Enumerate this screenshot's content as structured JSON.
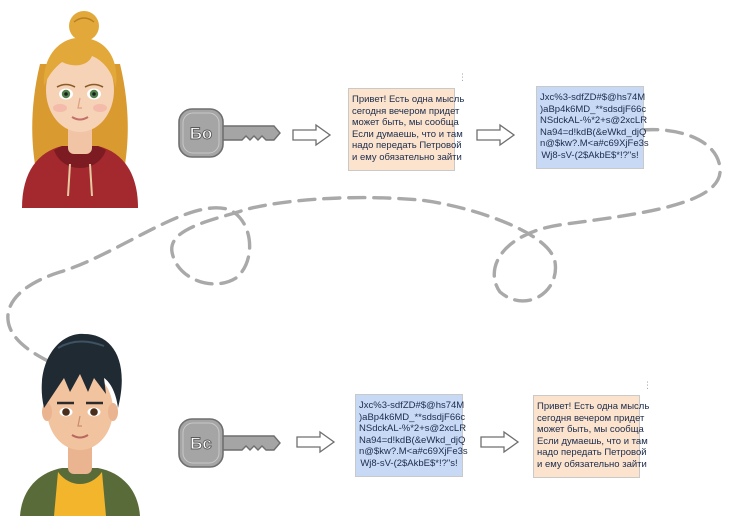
{
  "sender": {
    "avatar_icon": "girl-avatar-icon",
    "key_icon": "key-icon",
    "key_label": "Бо",
    "plaintext": [
      "Привет! Есть одна мысль",
      "сегодня вечером придет",
      "может быть, мы сообща",
      "Если думаешь, что и там",
      "надо передать Петровой",
      "и ему обязательно зайти"
    ],
    "ciphertext": [
      "Jxc%3-sdfZD#$@hs74M",
      ")aBp4k6MD_**sdsdjF66c",
      "NSdckAL-%*2+s@2xcLR",
      "Na94=d!kdB(&eWkd_djQ",
      "n@$kw?.M<a#c69XjFe3s",
      "Wj8-sV-(2$AkbE$*!?\"s!"
    ]
  },
  "receiver": {
    "avatar_icon": "boy-avatar-icon",
    "key_icon": "key-icon",
    "key_label": "Бс",
    "ciphertext": [
      "Jxc%3-sdfZD#$@hs74M",
      ")aBp4k6MD_**sdsdjF66c",
      "NSdckAL-%*2+s@2xcLR",
      "Na94=d!kdB(&eWkd_djQ",
      "n@$kw?.M<a#c69XjFe3s",
      "Wj8-sV-(2$AkbE$*!?\"s!"
    ],
    "plaintext": [
      "Привет! Есть одна мысль",
      "сегодня вечером придет",
      "может быть, мы сообща",
      "Если думаешь, что и там",
      "надо передать Петровой",
      "и ему обязательно зайти"
    ]
  },
  "colors": {
    "plaintext_box": "#fbe3cd",
    "ciphertext_box": "#c7d9f5",
    "text": "#1c2c4c",
    "key_body": "#a5a5a5",
    "transfer_path": "#a9a9a9"
  }
}
